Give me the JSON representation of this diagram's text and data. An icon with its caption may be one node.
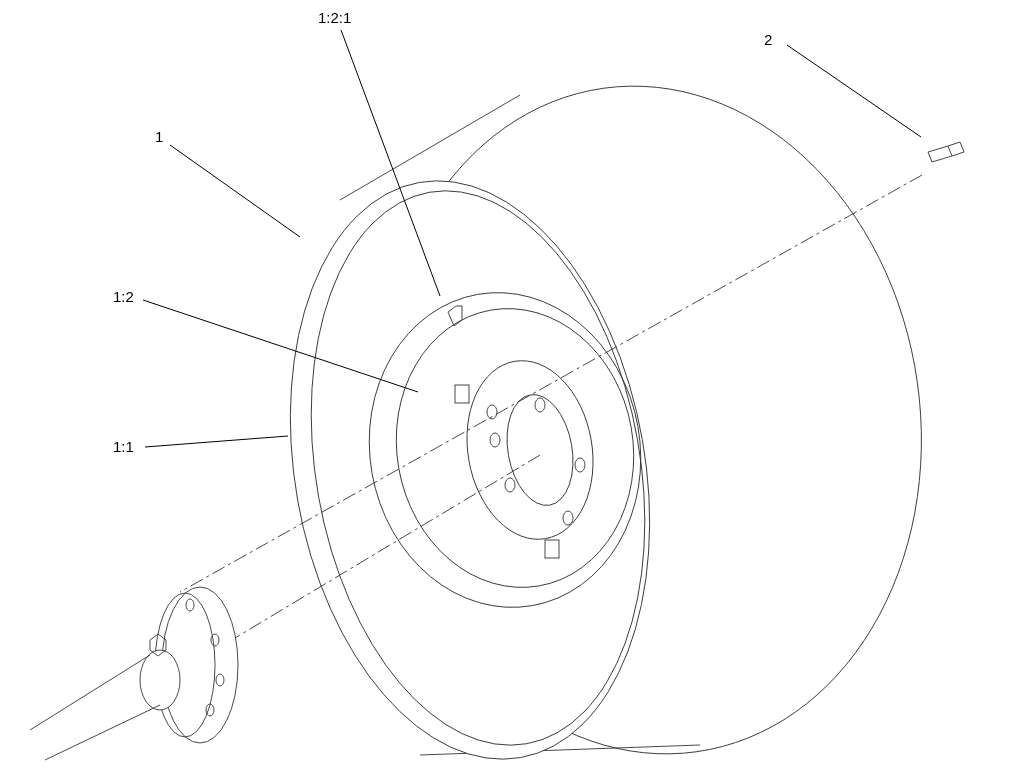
{
  "diagram": {
    "nodes": [
      {
        "text": [
          "1:2:1"
        ]
      },
      {
        "text": [
          "2"
        ]
      },
      {
        "text": [
          "1"
        ]
      },
      {
        "text": [
          "1:2"
        ]
      },
      {
        "text": [
          "1:1"
        ]
      }
    ],
    "edges": [
      {
        "from": 0,
        "to": null,
        "arrow": "none"
      },
      {
        "from": 1,
        "to": null,
        "arrow": "none"
      },
      {
        "from": 2,
        "to": null,
        "arrow": "none"
      },
      {
        "from": 3,
        "to": null,
        "arrow": "none"
      },
      {
        "from": 4,
        "to": null,
        "arrow": "none"
      }
    ]
  }
}
